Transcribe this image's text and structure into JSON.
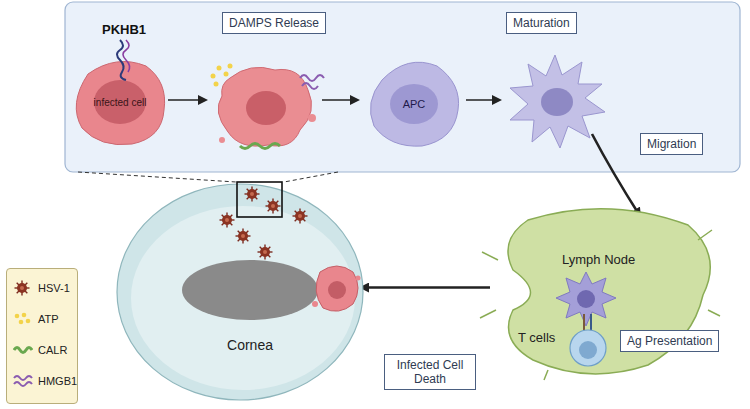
{
  "diagram": {
    "nodes": [
      {
        "text": [
          "infected cell"
        ]
      },
      {
        "text": [
          "DAMPS Release"
        ]
      },
      {
        "text": [
          "APC"
        ]
      },
      {
        "text": [
          "Maturation"
        ]
      },
      {
        "text": [
          "Migration"
        ]
      },
      {
        "text": [
          "Cornea"
        ]
      },
      {
        "text": [
          "Lymph Node",
          "T cells"
        ]
      },
      {
        "text": [
          "Ag Presentation"
        ]
      },
      {
        "text": [
          "Infected Cell Death"
        ]
      }
    ],
    "edges": [
      {
        "from": 6,
        "to": 5,
        "arrow": "to"
      }
    ],
    "labels": [
      "PKHB1"
    ],
    "legend": [
      {
        "text": "HSV-1"
      },
      {
        "text": "ATP"
      },
      {
        "text": "CALR"
      },
      {
        "text": "HMGB1"
      }
    ]
  }
}
